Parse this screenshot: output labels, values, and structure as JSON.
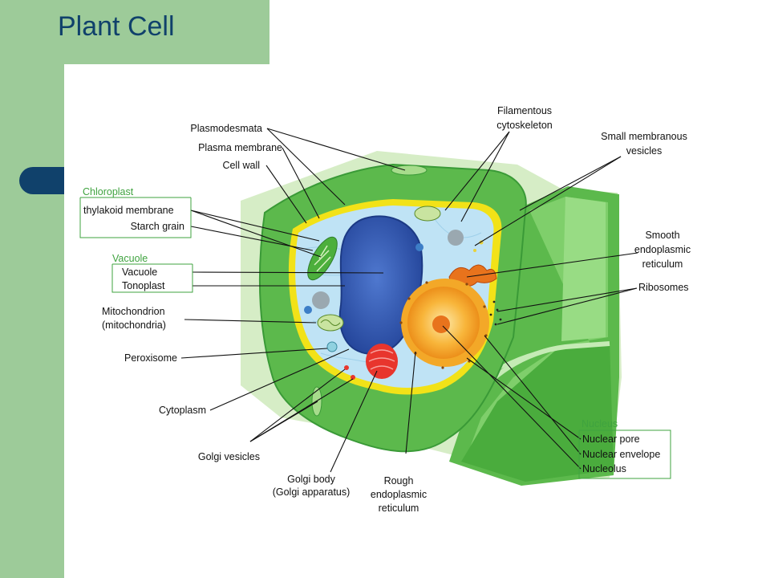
{
  "slide": {
    "title": "Plant Cell"
  },
  "diagram": {
    "labels": {
      "plasmodesmata": "Plasmodesmata",
      "plasma_membrane": "Plasma membrane",
      "cell_wall": "Cell wall",
      "chloroplast": "Chloroplast",
      "thylakoid": "thylakoid membrane",
      "starch": "Starch grain",
      "vacuole_group": "Vacuole",
      "vacuole": "Vacuole",
      "tonoplast": "Tonoplast",
      "mito_1": "Mitochondrion",
      "mito_2": "(mitochondria)",
      "peroxisome": "Peroxisome",
      "cytoplasm": "Cytoplasm",
      "golgi_vesicles": "Golgi vesicles",
      "golgi_body_1": "Golgi body",
      "golgi_body_2": "(Golgi apparatus)",
      "rough_er_1": "Rough",
      "rough_er_2": "endoplasmic",
      "rough_er_3": "reticulum",
      "filamentous_1": "Filamentous",
      "filamentous_2": "cytoskeleton",
      "small_vesicles_1": "Small membranous",
      "small_vesicles_2": "vesicles",
      "smooth_er_1": "Smooth",
      "smooth_er_2": "endoplasmic",
      "smooth_er_3": "reticulum",
      "ribosomes": "Ribosomes",
      "nucleus": "Nucleus",
      "nuclear_pore": "Nuclear pore",
      "nuclear_envelope": "Nuclear envelope",
      "nucleolus": "Nucleolus"
    },
    "colors": {
      "band": "#9dcb99",
      "title": "#10416b",
      "cell_wall": "#5cb94c",
      "cell_wall_dark": "#3a9a37",
      "plasma_membrane": "#f2e218",
      "cytoplasm": "#bfe3f5",
      "vacuole": "#3358b0",
      "nucleus": "#f2a020",
      "golgi": "#e8352d",
      "group_label": "#3fa33f"
    }
  }
}
